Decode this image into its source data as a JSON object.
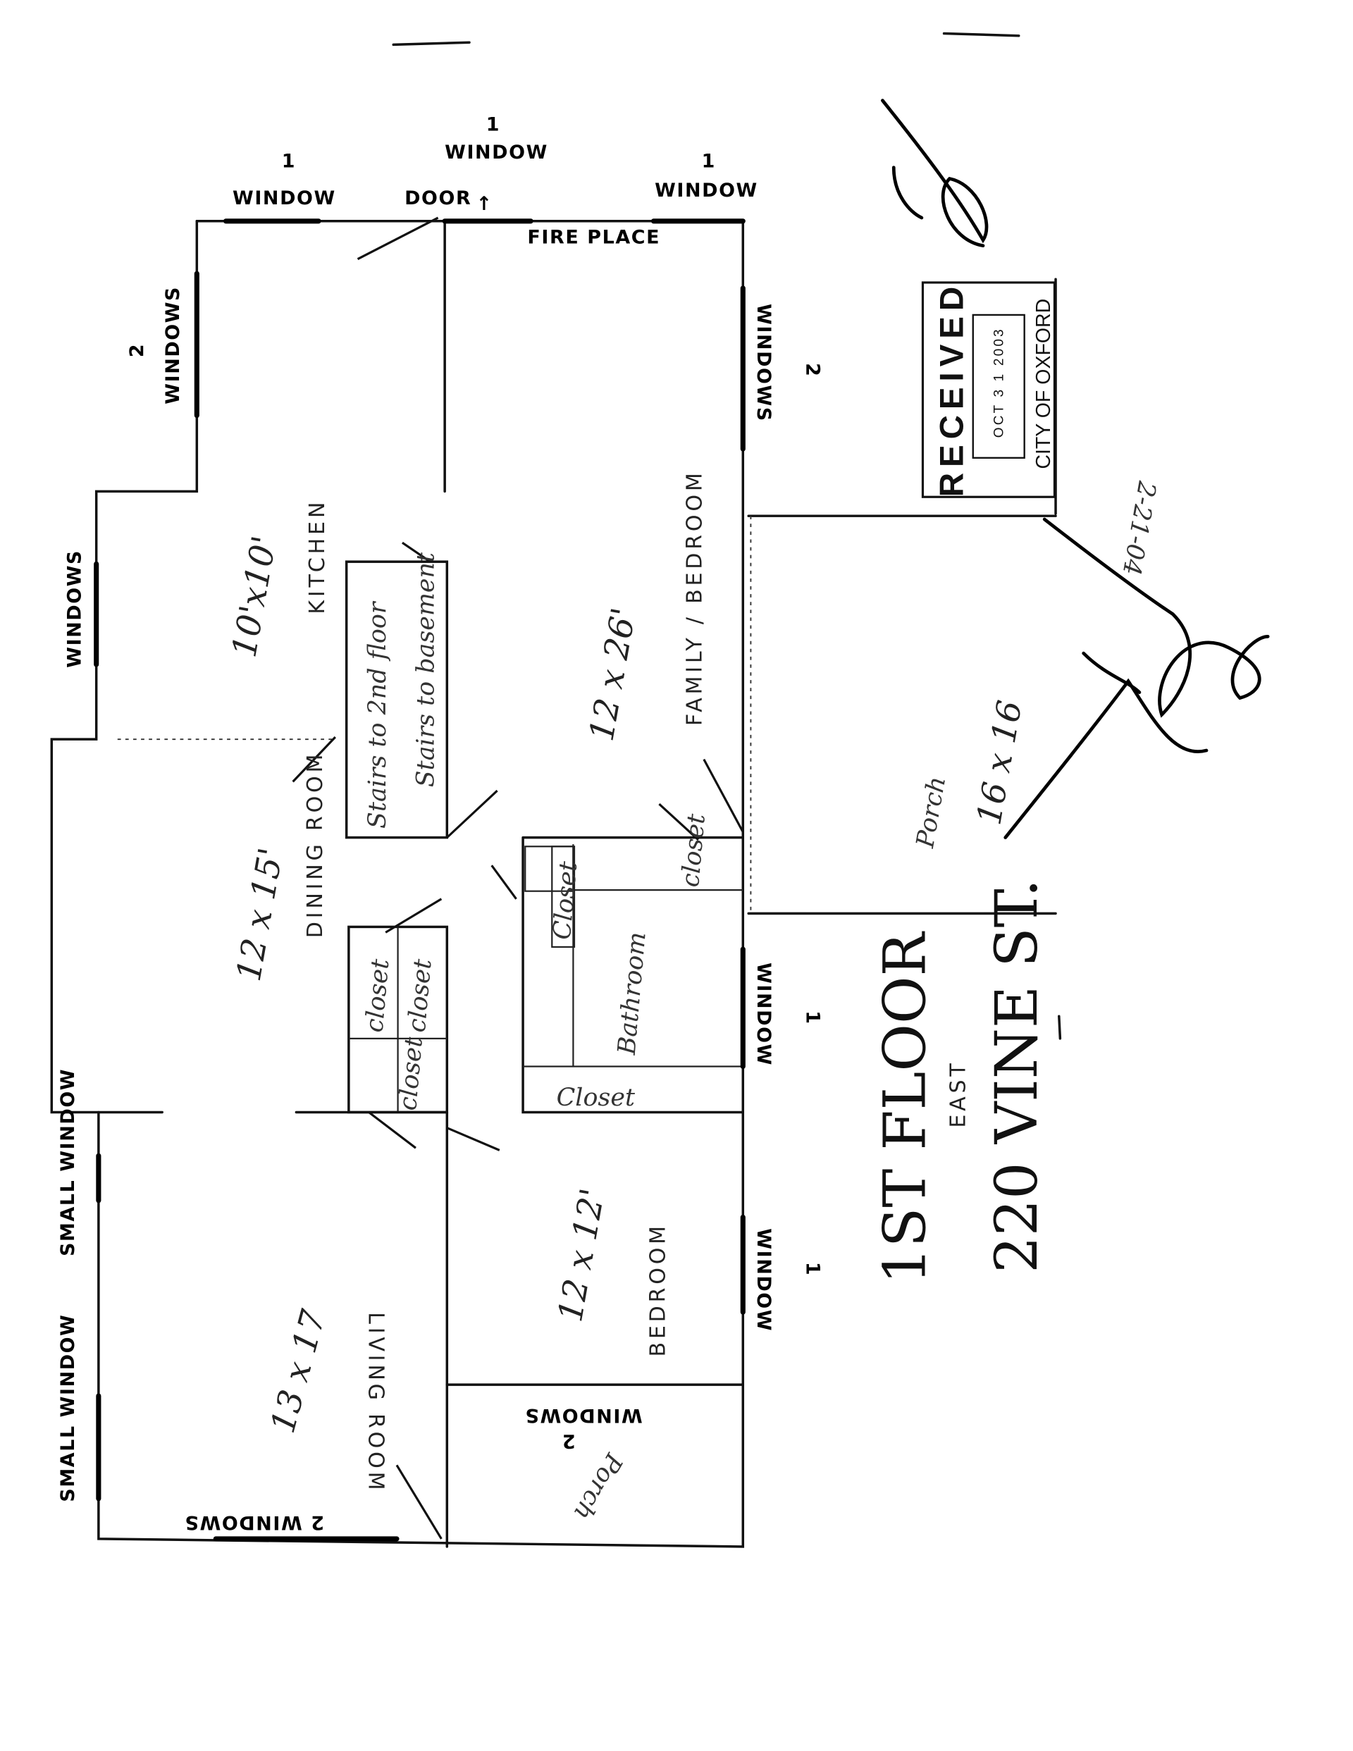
{
  "windows": {
    "top_left": {
      "count": "1",
      "label": "WINDOW"
    },
    "top_mid": {
      "count": "1",
      "label": "WINDOW"
    },
    "top_right": {
      "count": "1",
      "label": "WINDOW"
    },
    "door": "DOOR",
    "fireplace": "FIRE PLACE",
    "kitchen_left": {
      "count": "2",
      "label": "WINDOWS"
    },
    "dining_left": {
      "label": "WINDOWS"
    },
    "family_right": {
      "count": "2",
      "label": "WINDOWS"
    },
    "bath_right": {
      "count": "1",
      "label": "WINDOW"
    },
    "bed_right": {
      "count": "1",
      "label": "WINDOW"
    },
    "porch_lower": {
      "count": "2",
      "label": "WINDOWS"
    },
    "living_small_1": "SMALL WINDOW",
    "living_small_2": "SMALL WINDOW",
    "living_bottom": "2 WINDOWS"
  },
  "rooms": {
    "kitchen": {
      "name": "KITCHEN",
      "size": "10'x10'"
    },
    "stairs": {
      "line1": "Stairs to 2nd floor",
      "line2": "Stairs to basement"
    },
    "family": {
      "name": "FAMILY / BEDROOM",
      "size": "12 x 26'"
    },
    "dining": {
      "name": "DINING ROOM",
      "size": "12 x 15'"
    },
    "closet_a": "closet",
    "closet_b": "closet",
    "closet_c": "closet",
    "closet_bath": "Closet",
    "closet_hall": "Closet",
    "closet_top": "closet",
    "bathroom": "Bathroom",
    "bedroom": {
      "name": "BEDROOM",
      "size": "12 x 12'"
    },
    "living": {
      "name": "LIVING ROOM",
      "size": "13 x 17"
    },
    "porch_lower": "Porch",
    "porch_right": {
      "name": "Porch",
      "size": "16 x 16"
    }
  },
  "title": {
    "line1": "1ST FLOOR",
    "east": "EAST",
    "line2": "220 VINE ST."
  },
  "stamp": {
    "word": "RECEIVED",
    "date": "OCT 3 1 2003",
    "city": "CITY OF OXFORD"
  },
  "handwritten_date": "2-21-04"
}
